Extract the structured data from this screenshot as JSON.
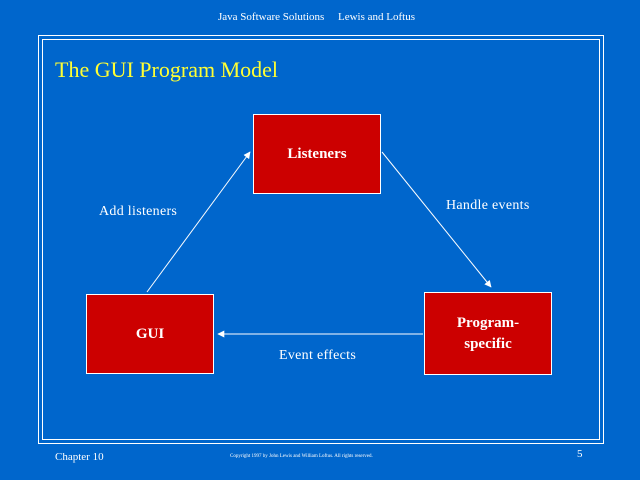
{
  "header": {
    "book": "Java Software Solutions",
    "authors": "Lewis and Loftus"
  },
  "slide": {
    "title": "The GUI Program Model",
    "nodes": {
      "listeners": "Listeners",
      "gui": "GUI",
      "program_line1": "Program-",
      "program_line2": "specific"
    },
    "edges": {
      "add_listeners": "Add listeners",
      "handle_events": "Handle events",
      "event_effects": "Event effects"
    }
  },
  "footer": {
    "chapter": "Chapter 10",
    "copyright": "Copyright 1997 by John Lewis and William Loftus.  All rights reserved.",
    "page": "5"
  },
  "colors": {
    "background": "#0066CC",
    "title": "#FFFF33",
    "box": "#CC0000",
    "line": "#FFFFFF"
  }
}
